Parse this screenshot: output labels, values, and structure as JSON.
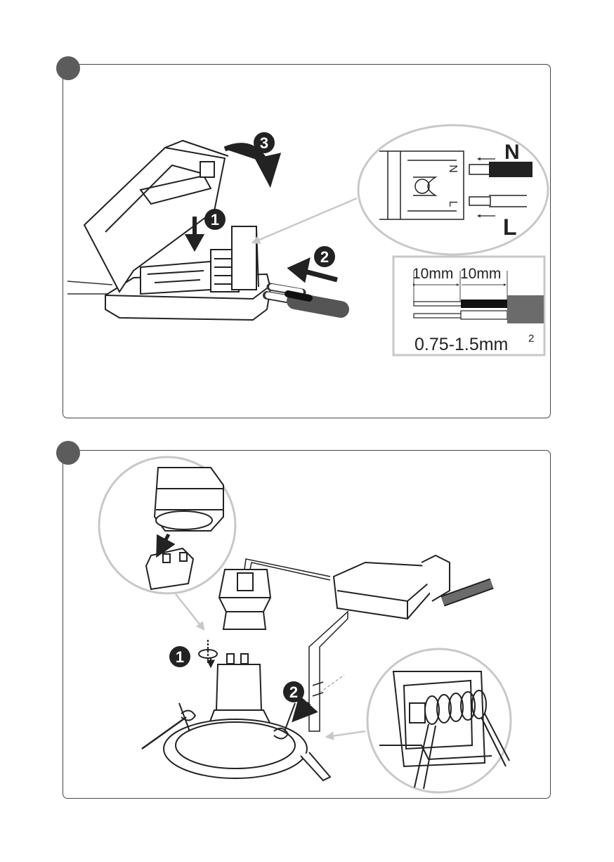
{
  "panel1": {
    "terminal_labels": {
      "neutral": "N",
      "live": "L"
    },
    "terminal_side_marks": {
      "neutral": "N",
      "live": "L"
    },
    "strip_lengths": {
      "first": "10mm",
      "second": "10mm"
    },
    "cable_size": {
      "value": "0.75-1.5mm",
      "exponent": "2"
    },
    "steps": [
      "1",
      "2",
      "3"
    ]
  },
  "panel2": {
    "steps": [
      "1",
      "2"
    ]
  },
  "colors": {
    "frame": "#444444",
    "step_dot": "#5c5c5c",
    "callout": "#c8c8c8",
    "cable_sheath": "#6b6b6b"
  }
}
